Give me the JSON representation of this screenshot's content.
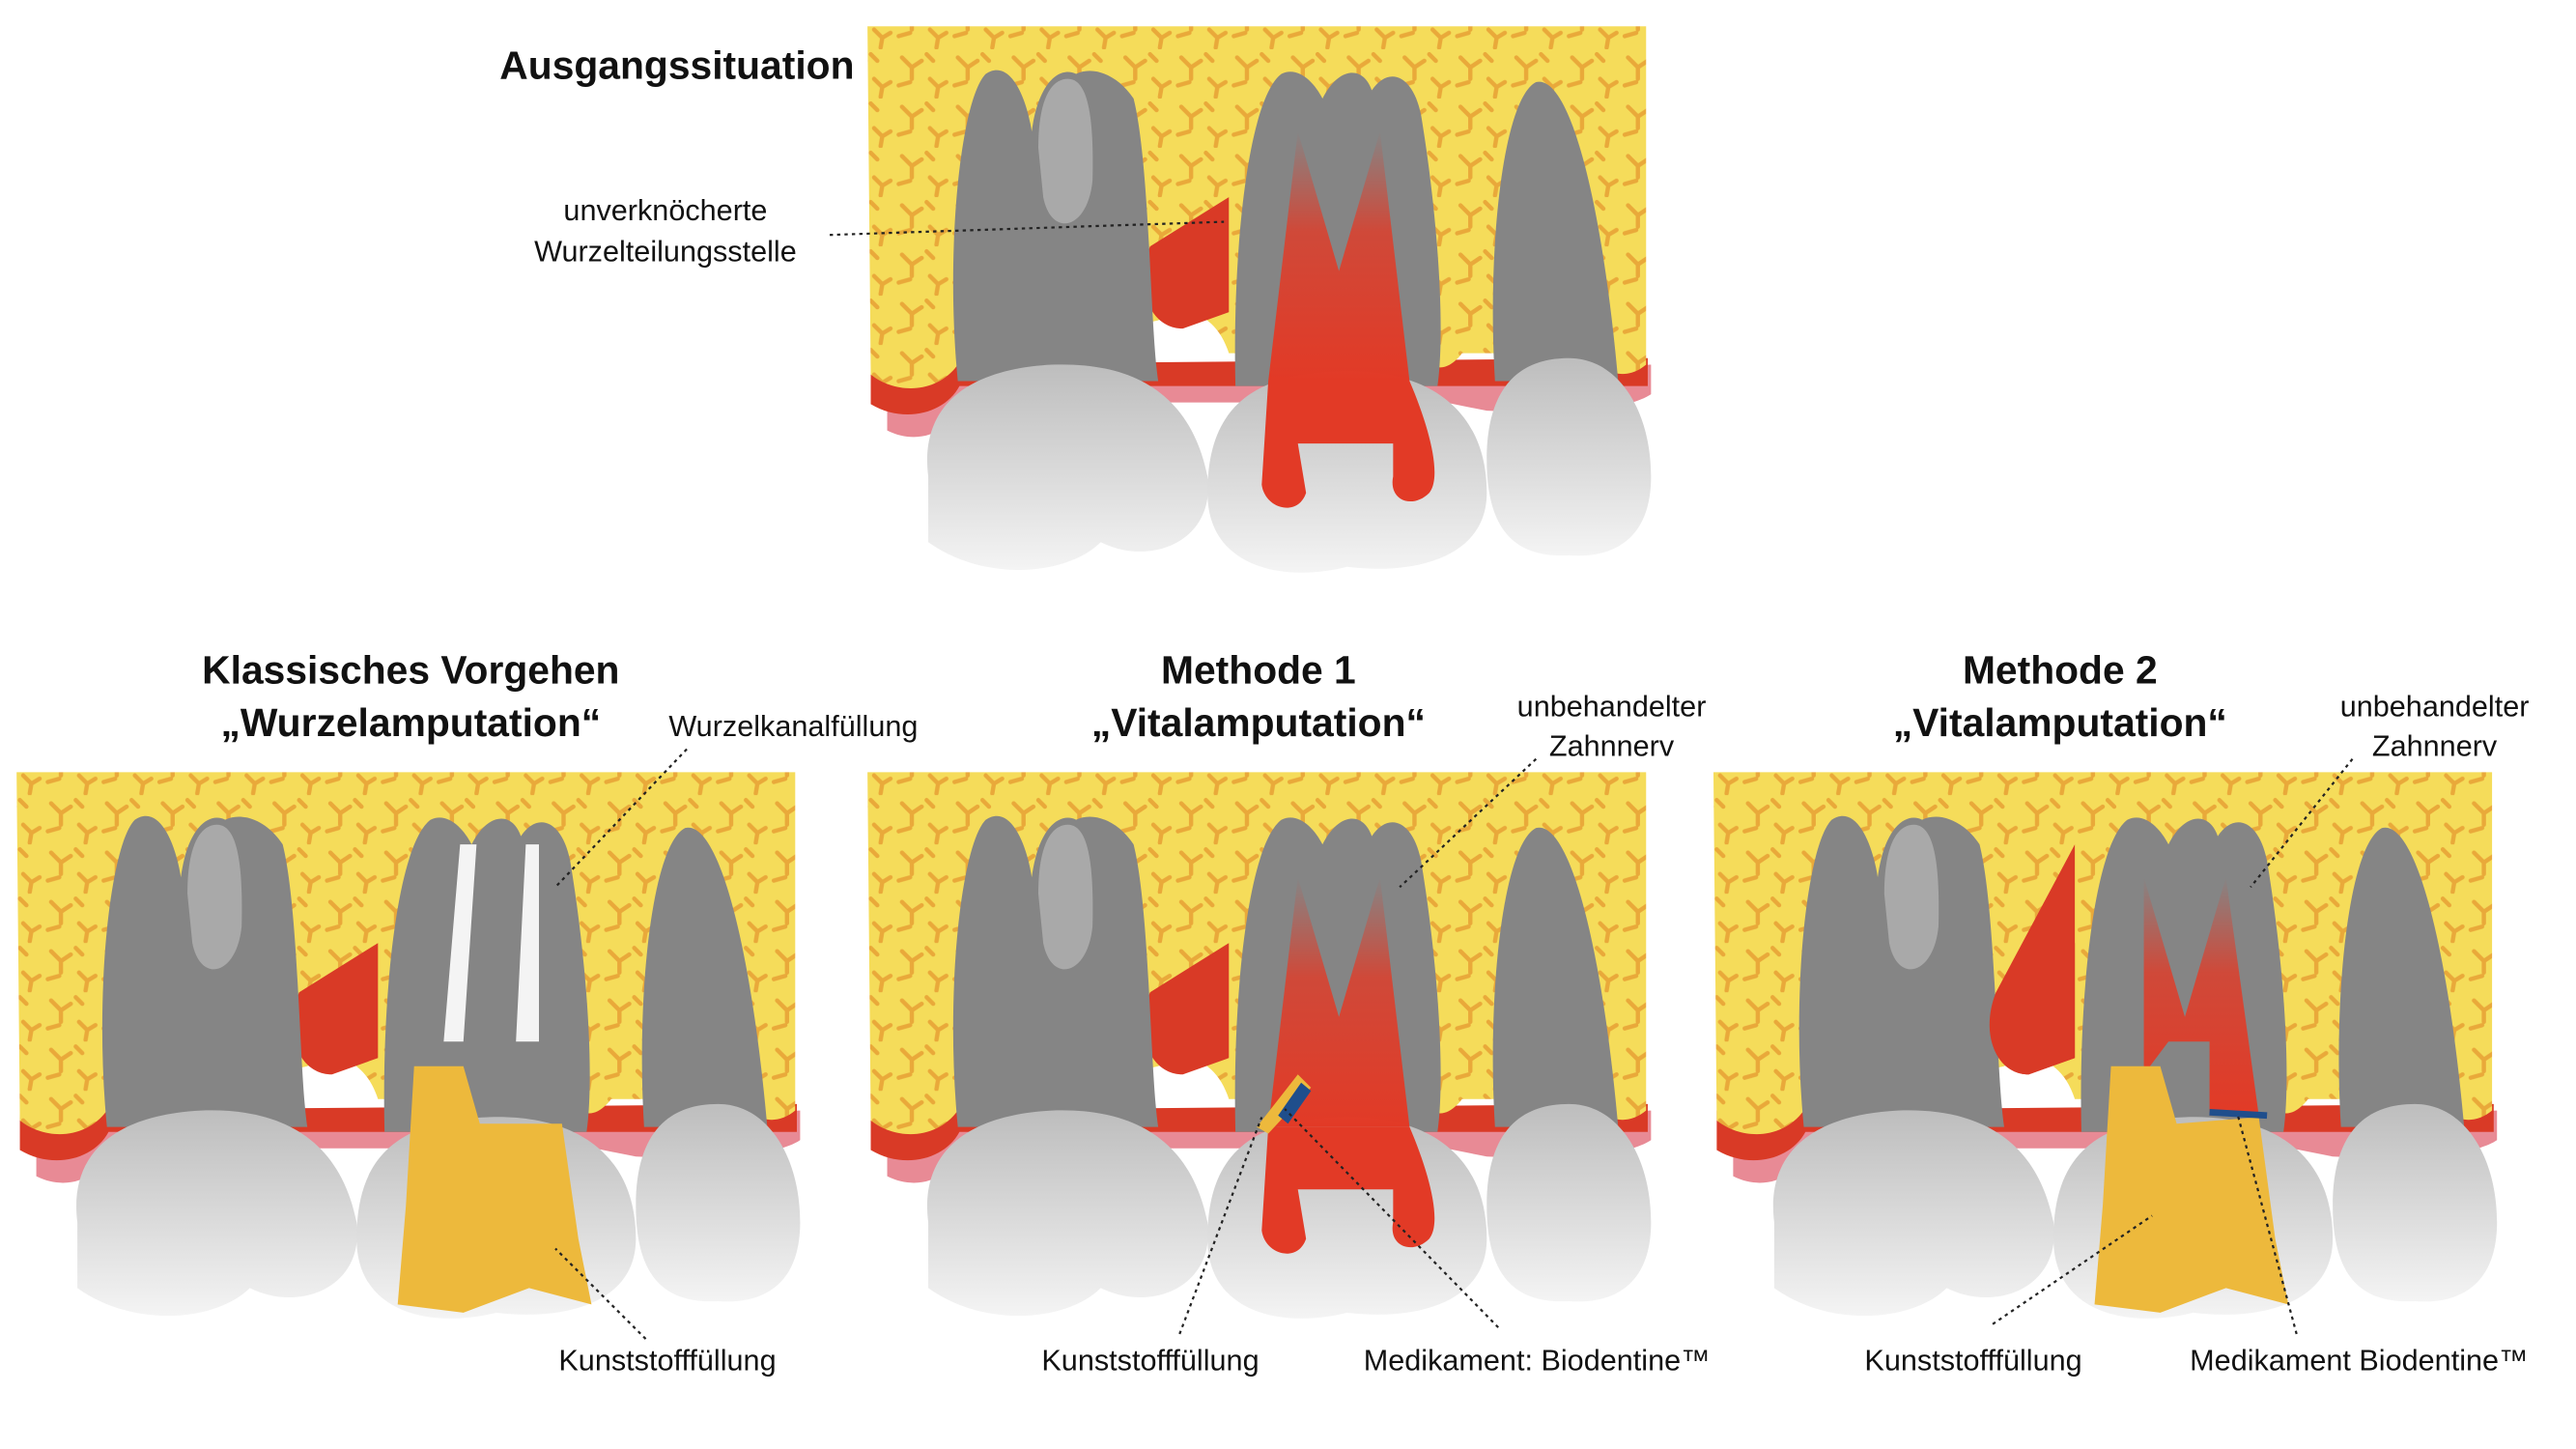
{
  "panels": {
    "initial": {
      "title": "Ausgangssituation",
      "label_line1": "unverknöcherte",
      "label_line2": "Wurzelteilungsstelle"
    },
    "classic": {
      "title_line1": "Klassisches Vorgehen",
      "title_line2": "„Wurzelamputation“",
      "label_canal": "Wurzelkanalfüllung",
      "label_filling": "Kunststofffüllung"
    },
    "method1": {
      "title_line1": "Methode 1",
      "title_line2": "„Vitalamputation“",
      "label_nerve_line1": "unbehandelter",
      "label_nerve_line2": "Zahnnerv",
      "label_filling": "Kunststofffüllung",
      "label_medication": "Medikament: Biodentine™"
    },
    "method2": {
      "title_line1": "Methode 2",
      "title_line2": "„Vitalamputation“",
      "label_nerve_line1": "unbehandelter",
      "label_nerve_line2": "Zahnnerv",
      "label_filling": "Kunststofffüllung",
      "label_medication": "Medikament Biodentine™"
    }
  },
  "colors": {
    "bone": "#f5dc5a",
    "trabecula": "#e9a93a",
    "pulp": "#e23a26",
    "gum": "#e88a95",
    "root": "#858585",
    "crown": "#e6e6e6",
    "filling": "#edb93c",
    "biodentine": "#1f4e8c"
  }
}
